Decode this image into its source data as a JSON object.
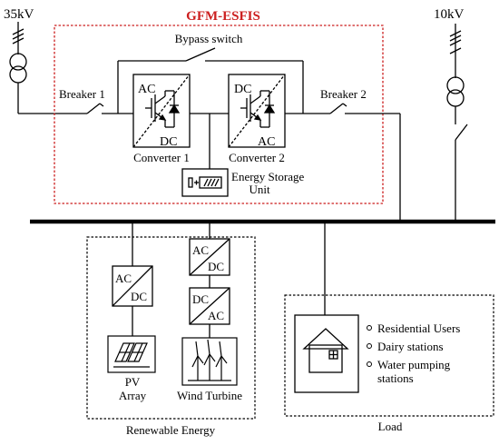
{
  "labels": {
    "voltage_left": "35kV",
    "voltage_right": "10kV",
    "title": "GFM-ESFIS",
    "bypass_switch": "Bypass switch",
    "breaker_1": "Breaker 1",
    "breaker_2": "Breaker 2",
    "converter_1_ac": "AC",
    "converter_1_dc": "DC",
    "converter_1_name": "Converter 1",
    "converter_2_dc": "DC",
    "converter_2_ac": "AC",
    "converter_2_name": "Converter 2",
    "storage_line1": "Energy Storage",
    "storage_line2": "Unit",
    "pv_conv_ac": "AC",
    "pv_conv_dc": "DC",
    "wt_conv1_ac": "AC",
    "wt_conv1_dc": "DC",
    "wt_conv2_dc": "DC",
    "wt_conv2_ac": "AC",
    "pv_line1": "PV",
    "pv_line2": "Array",
    "wind_turbine": "Wind Turbine",
    "renewable_energy": "Renewable Energy",
    "load": "Load",
    "load_items": [
      "Residential Users",
      "Dairy stations",
      "Water pumping",
      "stations"
    ]
  },
  "colors": {
    "line": "#000000",
    "title": "#cc1f1f",
    "boundary": "#cc1f1f"
  }
}
